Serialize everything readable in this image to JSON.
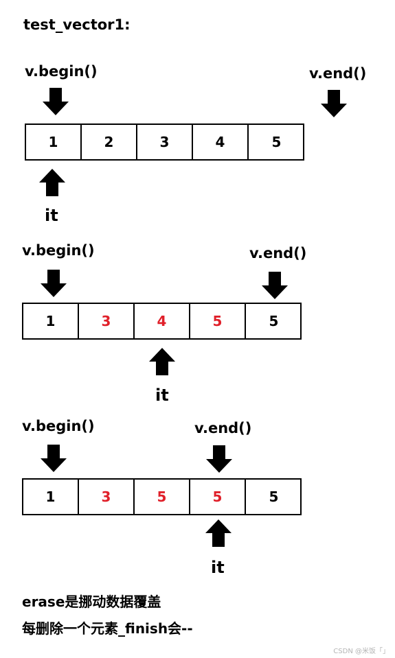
{
  "title": "test_vector1:",
  "panels": [
    {
      "begin_label": "v.begin()",
      "end_label": "v.end()",
      "iter_label": "it",
      "cells": [
        {
          "value": "1",
          "highlight": false
        },
        {
          "value": "2",
          "highlight": false
        },
        {
          "value": "3",
          "highlight": false
        },
        {
          "value": "4",
          "highlight": false
        },
        {
          "value": "5",
          "highlight": false
        }
      ]
    },
    {
      "begin_label": "v.begin()",
      "end_label": "v.end()",
      "iter_label": "it",
      "cells": [
        {
          "value": "1",
          "highlight": false
        },
        {
          "value": "3",
          "highlight": true
        },
        {
          "value": "4",
          "highlight": true
        },
        {
          "value": "5",
          "highlight": true
        },
        {
          "value": "5",
          "highlight": false
        }
      ]
    },
    {
      "begin_label": "v.begin()",
      "end_label": "v.end()",
      "iter_label": "it",
      "cells": [
        {
          "value": "1",
          "highlight": false
        },
        {
          "value": "3",
          "highlight": true
        },
        {
          "value": "5",
          "highlight": true
        },
        {
          "value": "5",
          "highlight": true
        },
        {
          "value": "5",
          "highlight": false
        }
      ]
    }
  ],
  "notes": [
    "erase是挪动数据覆盖",
    "每删除一个元素_finish会--"
  ],
  "watermark": "CSDN @米饭「」",
  "colors": {
    "highlight": "#e0202a",
    "default": "#000000"
  }
}
